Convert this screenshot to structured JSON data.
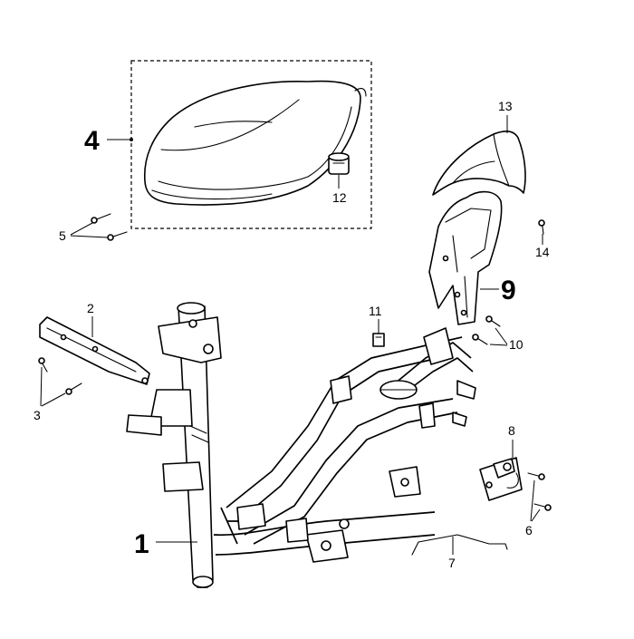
{
  "diagram": {
    "callouts": [
      {
        "id": "c1",
        "label": "1"
      },
      {
        "id": "c2",
        "label": "2"
      },
      {
        "id": "c3",
        "label": "3"
      },
      {
        "id": "c4",
        "label": "4"
      },
      {
        "id": "c5",
        "label": "5"
      },
      {
        "id": "c6",
        "label": "6"
      },
      {
        "id": "c7",
        "label": "7"
      },
      {
        "id": "c8",
        "label": "8"
      },
      {
        "id": "c9",
        "label": "9"
      },
      {
        "id": "c10",
        "label": "10"
      },
      {
        "id": "c11",
        "label": "11"
      },
      {
        "id": "c12",
        "label": "12"
      },
      {
        "id": "c13",
        "label": "13"
      },
      {
        "id": "c14",
        "label": "14"
      }
    ],
    "colors": {
      "line": "#000000",
      "background": "#ffffff"
    }
  }
}
